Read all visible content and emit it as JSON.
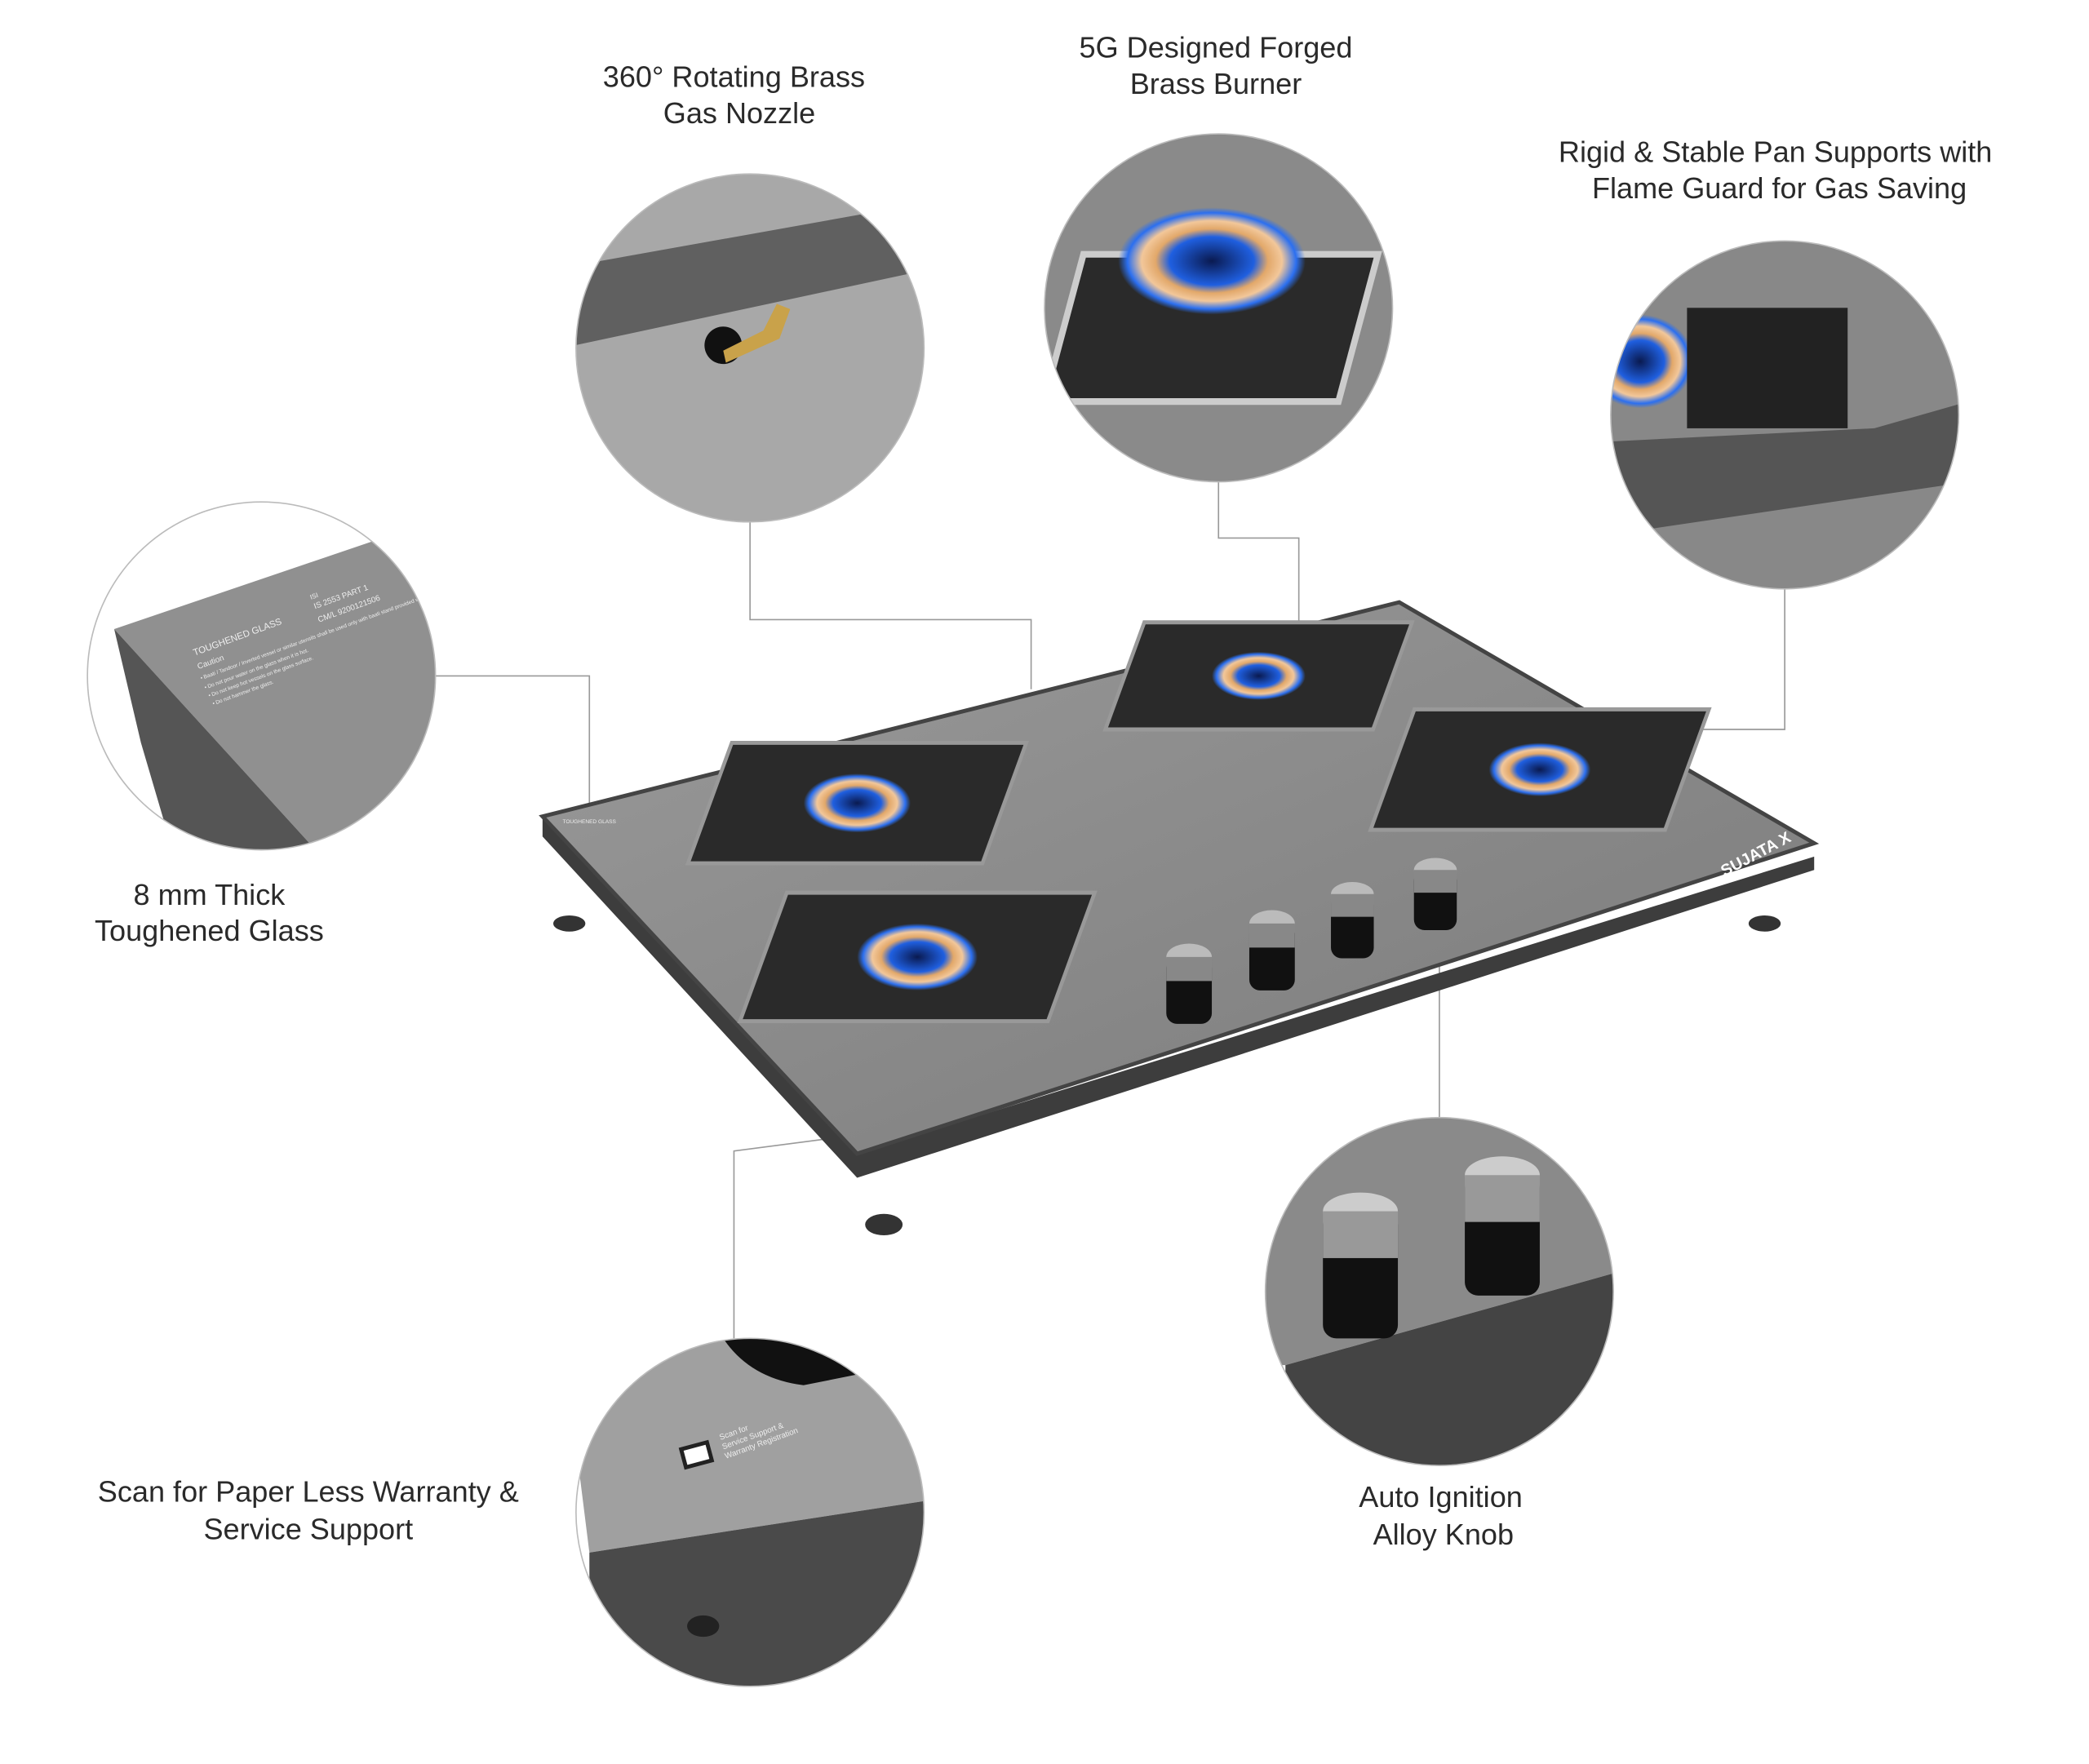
{
  "features": [
    {
      "id": "nozzle",
      "lines": [
        "360° Rotating Brass",
        "Gas Nozzle"
      ]
    },
    {
      "id": "burner",
      "lines": [
        "5G Designed Forged",
        "Brass Burner"
      ]
    },
    {
      "id": "pan",
      "lines": [
        "Rigid & Stable Pan Supports with",
        "Flame Guard for Gas Saving"
      ]
    },
    {
      "id": "glass",
      "lines": [
        "8 mm Thick",
        "Toughened Glass"
      ]
    },
    {
      "id": "scan",
      "lines": [
        "Scan for Paper Less Warranty &",
        "Service Support"
      ]
    },
    {
      "id": "knob",
      "lines": [
        "Auto Ignition",
        "Alloy Knob"
      ]
    }
  ],
  "glass_print": {
    "badge": "TOUGHENED GLASS",
    "isi": "ISI",
    "isi_code": "IS 2553 PART 1",
    "cml": "CM/L 9200121506",
    "caution_title": "Caution",
    "caution": [
      "• Baati / Tandoor / Inverted vessel or similar utensils shall be used only with baati stand provided with the glass top gas stove.",
      "• Do not pour water on the glass when it is hot.",
      "• Do not keep hot vessels on the glass surface.",
      "• Do not hammer the glass."
    ]
  },
  "scan_print": {
    "lines": [
      "Scan for",
      "Service Support &",
      "Warranty Registration"
    ]
  },
  "brand": "SUJATA X",
  "colors": {
    "glass": "#8a8a8a",
    "frame": "#4a4a4a",
    "flame": "#1f5fe0",
    "brass": "#e2a86a"
  }
}
